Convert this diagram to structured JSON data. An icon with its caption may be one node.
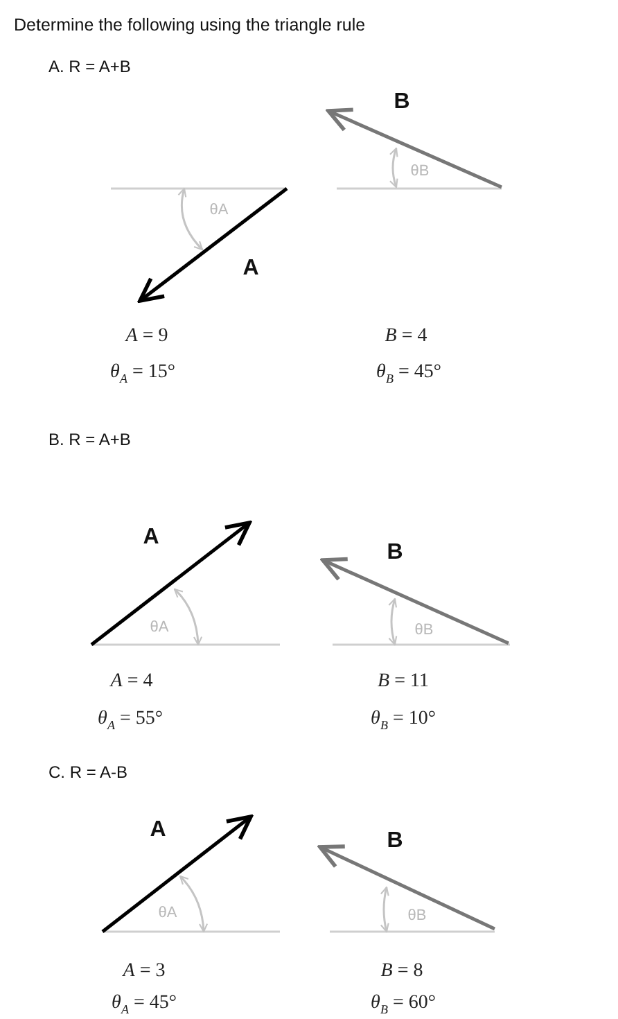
{
  "diagram": {
    "title": "Determine the following using the triangle rule",
    "labels": [
      "A. R = A+B",
      "B",
      "θB",
      "θA",
      "A",
      "*A* = 9",
      "*B* = 4",
      "*θ*$_{A}$ = 15°",
      "*θ*$_{B}$ = 45°",
      "B. R = A+B",
      "A",
      "B",
      "θA",
      "θB",
      "*A* = 4",
      "*B* = 11",
      "*θ*$_{A}$ = 55°",
      "*θ*$_{B}$ = 10°",
      "C. R = A-B",
      "A",
      "B",
      "θA",
      "θB",
      "*A* = 3",
      "*B* = 8",
      "*θ*$_{A}$ = 45°",
      "*θ*$_{B}$ = 60°"
    ]
  }
}
